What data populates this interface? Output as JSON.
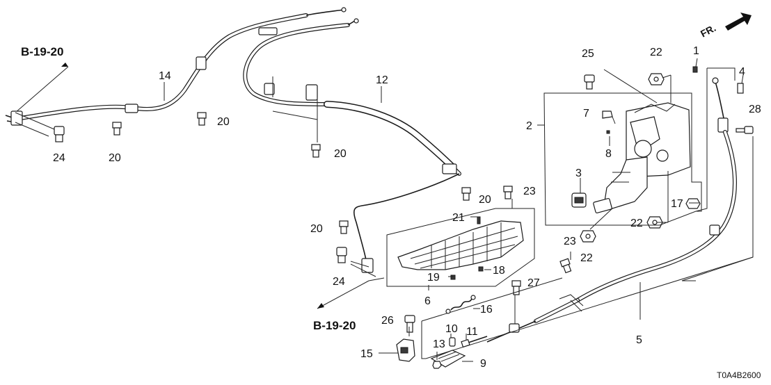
{
  "diagram": {
    "code": "T0A4B2600",
    "front_label": "FR.",
    "refs": {
      "top_left": "B-19-20",
      "bottom_left": "B-19-20"
    },
    "callouts": [
      {
        "id": "c1",
        "text": "1"
      },
      {
        "id": "c2",
        "text": "2"
      },
      {
        "id": "c3",
        "text": "3"
      },
      {
        "id": "c4",
        "text": "4"
      },
      {
        "id": "c5",
        "text": "5"
      },
      {
        "id": "c6",
        "text": "6"
      },
      {
        "id": "c7",
        "text": "7"
      },
      {
        "id": "c8",
        "text": "8"
      },
      {
        "id": "c9",
        "text": "9"
      },
      {
        "id": "c10",
        "text": "10"
      },
      {
        "id": "c11",
        "text": "11"
      },
      {
        "id": "c12",
        "text": "12"
      },
      {
        "id": "c13",
        "text": "13"
      },
      {
        "id": "c14",
        "text": "14"
      },
      {
        "id": "c15",
        "text": "15"
      },
      {
        "id": "c16",
        "text": "16"
      },
      {
        "id": "c17",
        "text": "17"
      },
      {
        "id": "c18",
        "text": "18"
      },
      {
        "id": "c19",
        "text": "19"
      },
      {
        "id": "c20a",
        "text": "20"
      },
      {
        "id": "c20b",
        "text": "20"
      },
      {
        "id": "c20c",
        "text": "20"
      },
      {
        "id": "c20d",
        "text": "20"
      },
      {
        "id": "c20e",
        "text": "20"
      },
      {
        "id": "c21",
        "text": "21"
      },
      {
        "id": "c22a",
        "text": "22"
      },
      {
        "id": "c22b",
        "text": "22"
      },
      {
        "id": "c22c",
        "text": "22"
      },
      {
        "id": "c23a",
        "text": "23"
      },
      {
        "id": "c23b",
        "text": "23"
      },
      {
        "id": "c24a",
        "text": "24"
      },
      {
        "id": "c24b",
        "text": "24"
      },
      {
        "id": "c25",
        "text": "25"
      },
      {
        "id": "c26",
        "text": "26"
      },
      {
        "id": "c27",
        "text": "27"
      },
      {
        "id": "c28",
        "text": "28"
      }
    ]
  }
}
